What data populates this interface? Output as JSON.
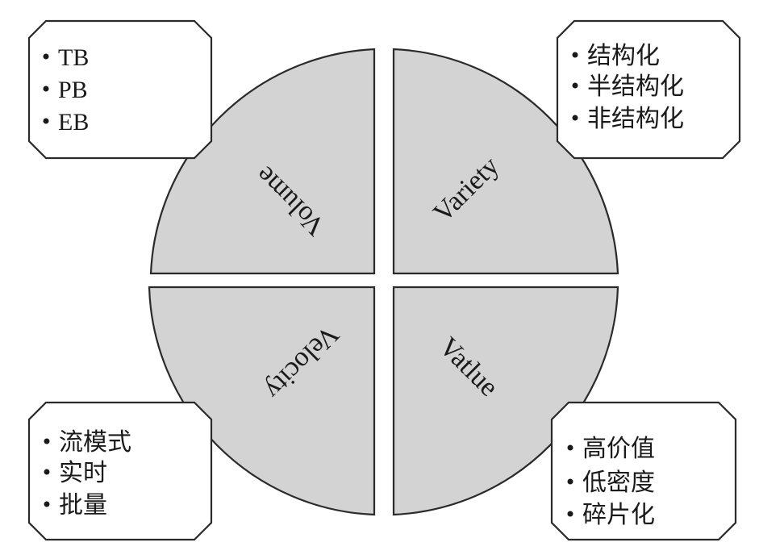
{
  "quadrants": {
    "volume": "Volume",
    "variety": "Variety",
    "velocity": "Velocity",
    "value": "Vatlue"
  },
  "boxes": {
    "volume": [
      "TB",
      "PB",
      "EB"
    ],
    "variety": [
      "结构化",
      "半结构化",
      "非结构化"
    ],
    "velocity": [
      "流模式",
      "实时",
      "批量"
    ],
    "value": [
      "高价值",
      "低密度",
      "碎片化"
    ]
  },
  "colors": {
    "quadrant_fill": "#d3d3d3",
    "stroke": "#2a2a2a"
  }
}
